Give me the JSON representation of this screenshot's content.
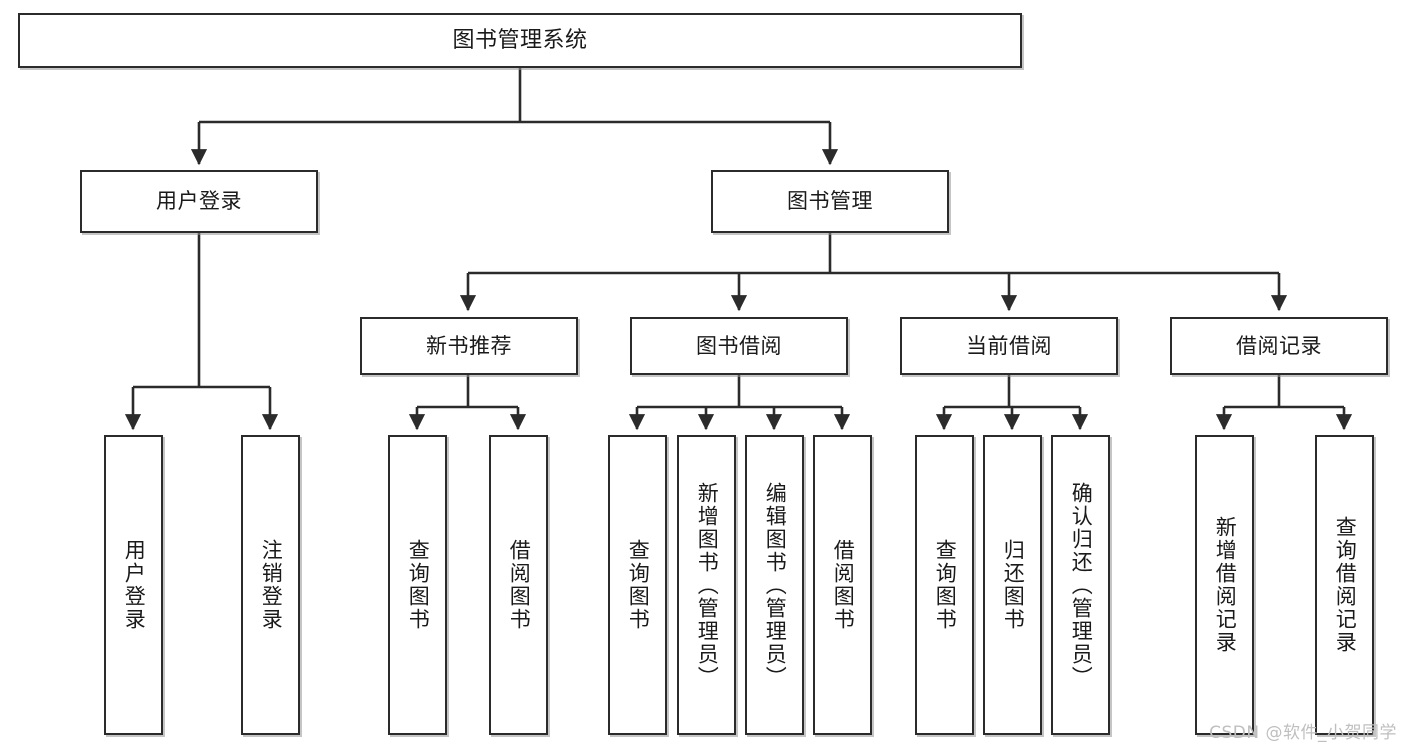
{
  "diagram": {
    "title": "图书管理系统",
    "type": "tree-hierarchy-chart",
    "watermark": "CSDN @软件_小贺同学",
    "colors": {
      "border": "#2b2b2b",
      "background": "#ffffff",
      "text": "#1a1a1a",
      "edge": "#2b2b2b",
      "watermark": "#bfbfbf"
    }
  },
  "nodes": {
    "root": {
      "label": "图书管理系统"
    },
    "level2": [
      {
        "id": "user-login",
        "label": "用户登录"
      },
      {
        "id": "book-management",
        "label": "图书管理"
      }
    ],
    "level3": [
      {
        "id": "new-book-recommend",
        "label": "新书推荐"
      },
      {
        "id": "book-borrow",
        "label": "图书借阅"
      },
      {
        "id": "current-borrow",
        "label": "当前借阅"
      },
      {
        "id": "borrow-record",
        "label": "借阅记录"
      }
    ],
    "leaves": {
      "user_login": [
        {
          "id": "leaf-user-login",
          "label": "用户登录"
        },
        {
          "id": "leaf-logout-login",
          "label": "注销登录"
        }
      ],
      "new_book_recommend": [
        {
          "id": "leaf-query-book-1",
          "label": "查询图书"
        },
        {
          "id": "leaf-borrow-book-1",
          "label": "借阅图书"
        }
      ],
      "book_borrow": [
        {
          "id": "leaf-query-book-2",
          "label": "查询图书"
        },
        {
          "id": "leaf-add-book",
          "label": "新增图书（管理员）"
        },
        {
          "id": "leaf-edit-book",
          "label": "编辑图书（管理员）"
        },
        {
          "id": "leaf-borrow-book-2",
          "label": "借阅图书"
        }
      ],
      "current_borrow": [
        {
          "id": "leaf-query-book-3",
          "label": "查询图书"
        },
        {
          "id": "leaf-return-book",
          "label": "归还图书"
        },
        {
          "id": "leaf-confirm-return",
          "label": "确认归还（管理员）"
        }
      ],
      "borrow_record": [
        {
          "id": "leaf-add-record",
          "label": "新增借阅记录"
        },
        {
          "id": "leaf-query-record",
          "label": "查询借阅记录"
        }
      ]
    }
  }
}
